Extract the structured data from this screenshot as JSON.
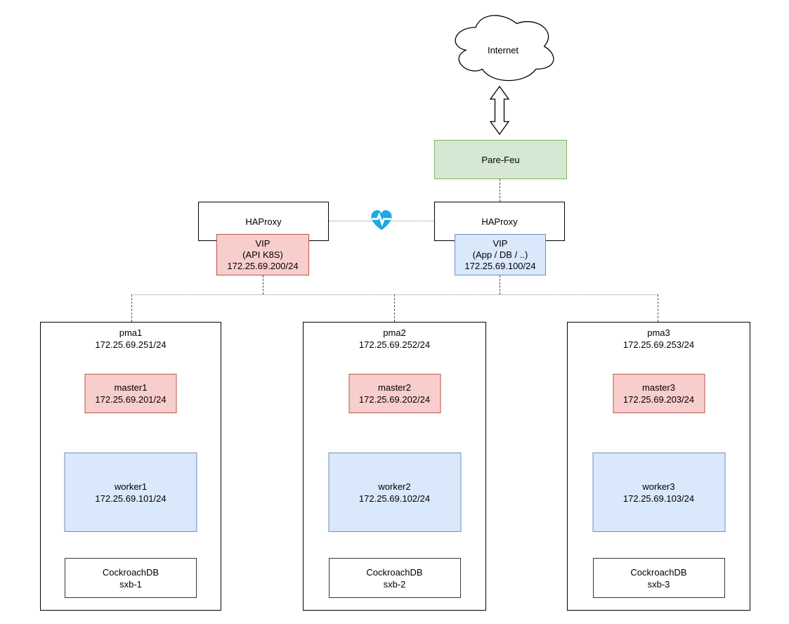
{
  "internet": {
    "label": "Internet"
  },
  "firewall": {
    "label": "Pare-Feu",
    "fill": "#d5e8d4",
    "border": "#82b366"
  },
  "haproxy": {
    "left": {
      "label": "HAProxy",
      "vip": {
        "title": "VIP",
        "scope": "(API K8S)",
        "address": "172.25.69.200/24",
        "fill": "#f8cecc",
        "border": "#b85450"
      }
    },
    "right": {
      "label": "HAProxy",
      "vip": {
        "title": "VIP",
        "scope": "(App / DB / ..)",
        "address": "172.25.69.100/24",
        "fill": "#dae8fc",
        "border": "#6c8ebf"
      }
    },
    "heartbeat_icon": {
      "name": "heartbeat-icon",
      "color": "#1baae1"
    }
  },
  "nodes": [
    {
      "name": "pma1",
      "ip": "172.25.69.251/24",
      "master": {
        "name": "master1",
        "ip": "172.25.69.201/24"
      },
      "worker": {
        "name": "worker1",
        "ip": "172.25.69.101/24"
      },
      "db": {
        "product": "CockroachDB",
        "instance": "sxb-1"
      }
    },
    {
      "name": "pma2",
      "ip": "172.25.69.252/24",
      "master": {
        "name": "master2",
        "ip": "172.25.69.202/24"
      },
      "worker": {
        "name": "worker2",
        "ip": "172.25.69.102/24"
      },
      "db": {
        "product": "CockroachDB",
        "instance": "sxb-2"
      }
    },
    {
      "name": "pma3",
      "ip": "172.25.69.253/24",
      "master": {
        "name": "master3",
        "ip": "172.25.69.203/24"
      },
      "worker": {
        "name": "worker3",
        "ip": "172.25.69.103/24"
      },
      "db": {
        "product": "CockroachDB",
        "instance": "sxb-3"
      }
    }
  ],
  "colors": {
    "master_fill": "#f8cecc",
    "master_border": "#b85450",
    "worker_fill": "#dae8fc",
    "worker_border": "#6c8ebf",
    "connector_dash": "#4d4d4d",
    "connector_dot": "#8c8c8c"
  }
}
